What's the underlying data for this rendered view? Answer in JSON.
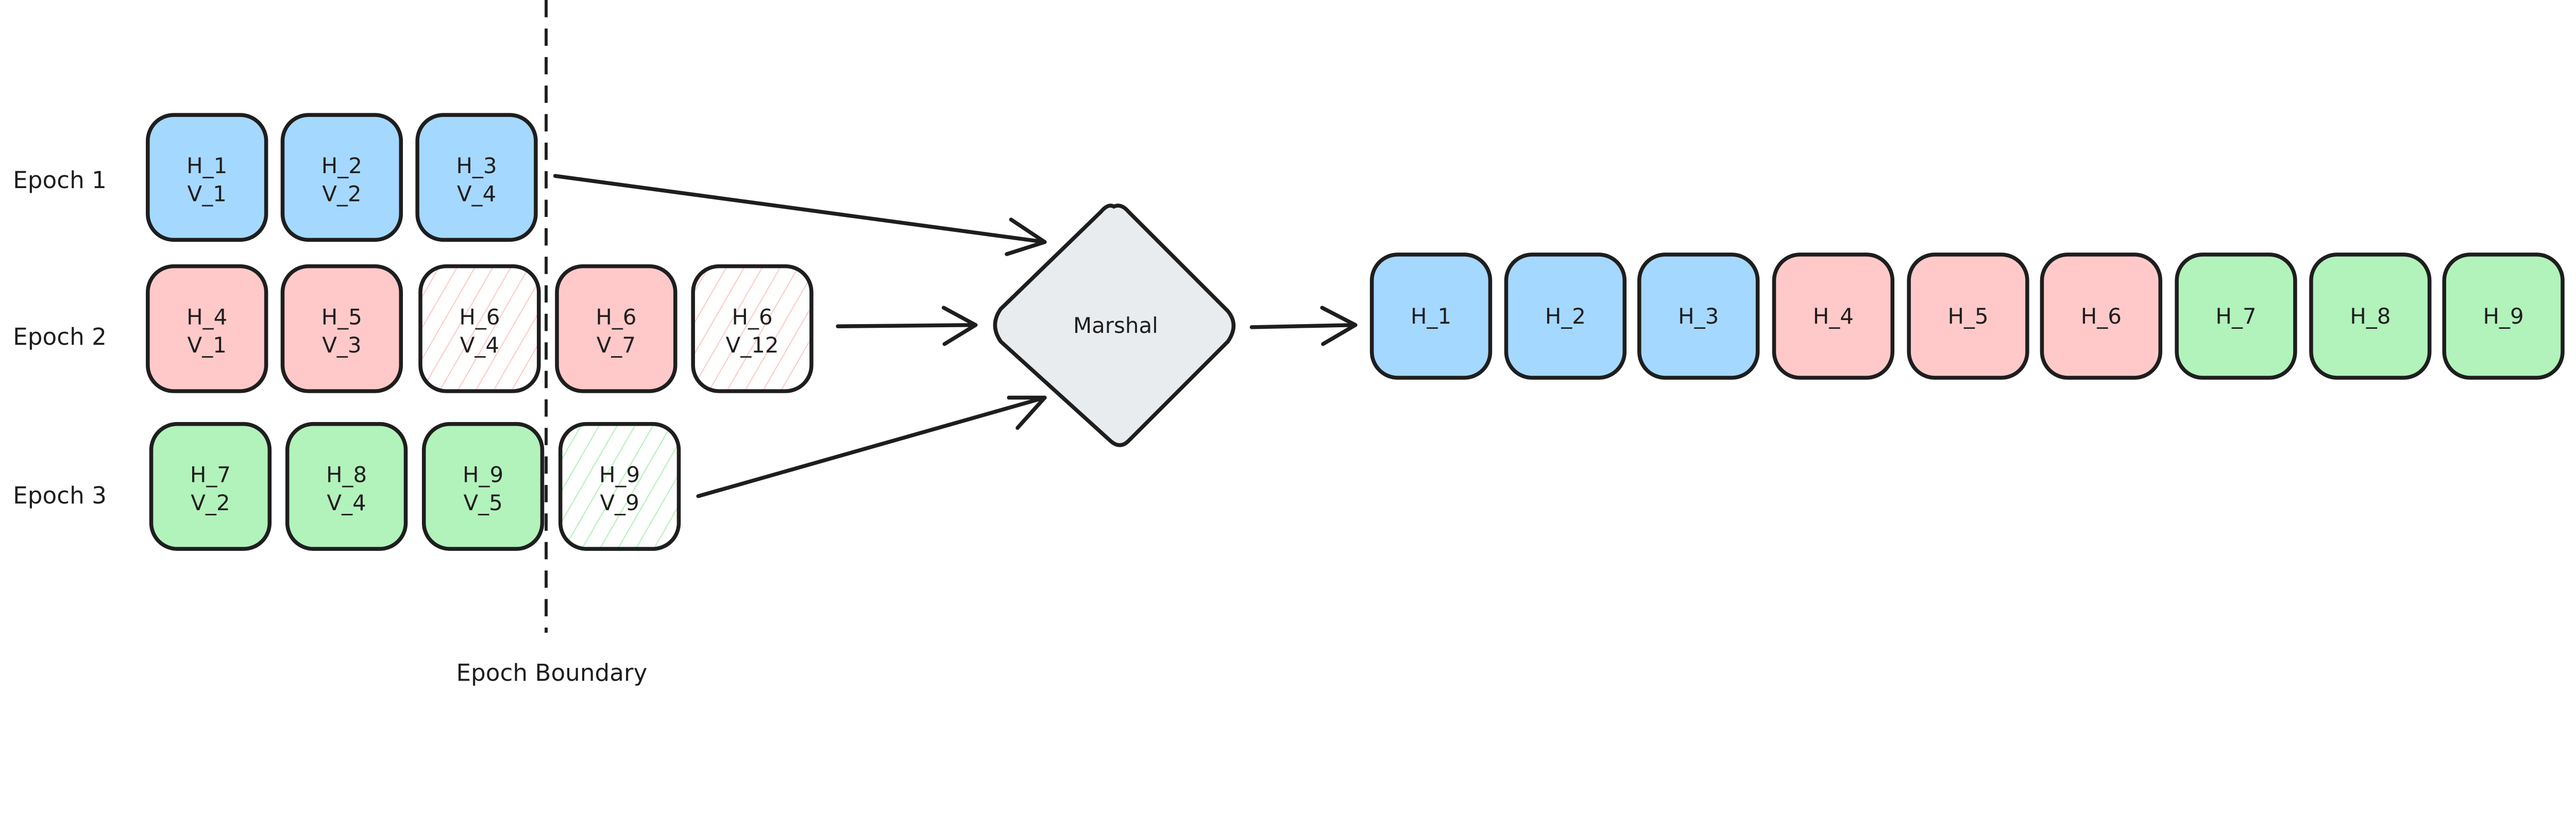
{
  "colors": {
    "blue": "#a5d8ff",
    "red": "#ffc9c9",
    "green": "#b2f2bb",
    "marshal": "#e9ecef",
    "stroke": "#1e1e1e"
  },
  "epochs": [
    {
      "label": "Epoch 1",
      "items": [
        {
          "h": "H_1",
          "v": "V_1",
          "color": "blue",
          "hatched": false
        },
        {
          "h": "H_2",
          "v": "V_2",
          "color": "blue",
          "hatched": false
        },
        {
          "h": "H_3",
          "v": "V_4",
          "color": "blue",
          "hatched": false
        }
      ]
    },
    {
      "label": "Epoch 2",
      "items": [
        {
          "h": "H_4",
          "v": "V_1",
          "color": "red",
          "hatched": false
        },
        {
          "h": "H_5",
          "v": "V_3",
          "color": "red",
          "hatched": false
        },
        {
          "h": "H_6",
          "v": "V_4",
          "color": "red",
          "hatched": true
        },
        {
          "h": "H_6",
          "v": "V_7",
          "color": "red",
          "hatched": false
        },
        {
          "h": "H_6",
          "v": "V_12",
          "color": "red",
          "hatched": true
        }
      ]
    },
    {
      "label": "Epoch 3",
      "items": [
        {
          "h": "H_7",
          "v": "V_2",
          "color": "green",
          "hatched": false
        },
        {
          "h": "H_8",
          "v": "V_4",
          "color": "green",
          "hatched": false
        },
        {
          "h": "H_9",
          "v": "V_5",
          "color": "green",
          "hatched": false
        },
        {
          "h": "H_9",
          "v": "V_9",
          "color": "green",
          "hatched": true
        }
      ]
    }
  ],
  "boundary_label": "Epoch Boundary",
  "marshal_label": "Marshal",
  "output": [
    {
      "h": "H_1",
      "color": "blue"
    },
    {
      "h": "H_2",
      "color": "blue"
    },
    {
      "h": "H_3",
      "color": "blue"
    },
    {
      "h": "H_4",
      "color": "red"
    },
    {
      "h": "H_5",
      "color": "red"
    },
    {
      "h": "H_6",
      "color": "red"
    },
    {
      "h": "H_7",
      "color": "green"
    },
    {
      "h": "H_8",
      "color": "green"
    },
    {
      "h": "H_9",
      "color": "green"
    }
  ]
}
